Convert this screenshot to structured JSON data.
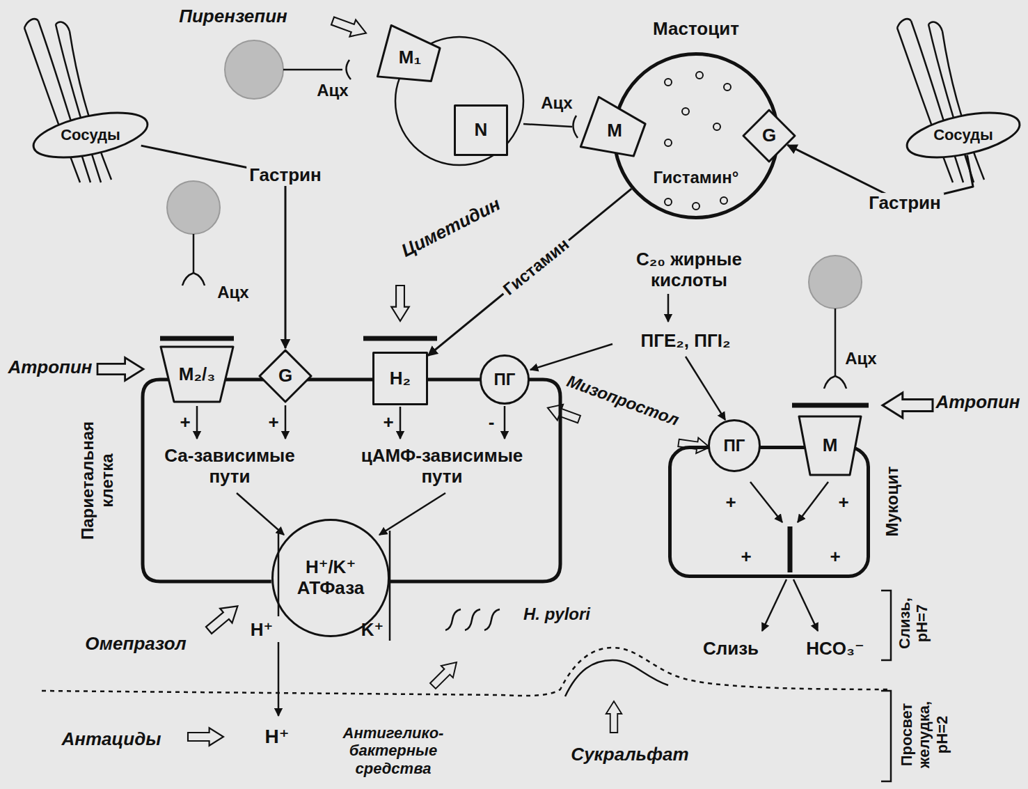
{
  "diagram": {
    "nodes": [
      {
        "text": [
          "Сосуды"
        ]
      },
      {
        "text": [
          "M₁"
        ]
      },
      {
        "text": [
          "N"
        ]
      },
      {
        "text": [
          "Мастоцит",
          "Гистамин°"
        ]
      },
      {
        "text": [
          "M"
        ],
        "in": 3
      },
      {
        "text": [
          "G"
        ],
        "in": 3
      },
      {
        "text": [
          "Сосуды"
        ]
      },
      {
        "text": [
          "Париетальная клетка",
          "Са-зависимые пути",
          "цАМФ-зависимые пути"
        ]
      },
      {
        "text": [
          "M₂/₃"
        ],
        "in": 7
      },
      {
        "text": [
          "G"
        ],
        "in": 7
      },
      {
        "text": [
          "H₂"
        ],
        "in": 7
      },
      {
        "text": [
          "ПГ"
        ],
        "in": 7
      },
      {
        "text": [
          "H⁺/K⁺ АТФаза"
        ],
        "in": 7
      },
      {
        "text": [
          "Мукоцит"
        ]
      },
      {
        "text": [
          "ПГ"
        ],
        "in": 13
      },
      {
        "text": [
          "M"
        ],
        "in": 13
      }
    ],
    "edges": [
      {
        "from": 0,
        "to": 9,
        "label": "Гастрин",
        "arrow": "to"
      },
      {
        "from": 6,
        "to": 5,
        "label": "Гастрин",
        "arrow": "to"
      },
      {
        "from": 3,
        "to": 10,
        "label": "Гистамин",
        "arrow": "to"
      }
    ],
    "labels": [
      "Пирензепин",
      "Ацх",
      "Ацх",
      "Циметидин",
      "Ацх",
      "C₂₀ жирные кислоты",
      "ПГE₂, ПГI₂",
      "Ацх",
      "Атропин",
      "Мизопростол",
      "Атропин",
      "+",
      "+",
      "+",
      "-",
      "+",
      "+",
      "+",
      "+",
      "H⁺",
      "K⁺",
      "Омепразол",
      "H. pylori",
      "Слизь",
      "HCO₃⁻",
      "Слизь, pH=7",
      "Антациды",
      "H⁺",
      "Антигелико- бактерные средства",
      "Сукральфат",
      "Просвет желудка, pH=2"
    ]
  }
}
